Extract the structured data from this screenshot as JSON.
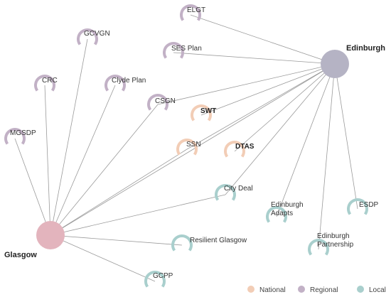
{
  "colors": {
    "national": "#f2cdb6",
    "regional": "#c2b1c6",
    "local": "#a9cfcd",
    "edinburgh_hub": "#b5b3c4",
    "glasgow_hub": "#e3b4bd",
    "edge": "#9a9a9a"
  },
  "hubs": {
    "edinburgh": {
      "label": "Edinburgh"
    },
    "glasgow": {
      "label": "Glasgow"
    }
  },
  "nodes": [
    {
      "id": "elgt",
      "label": "ELGT",
      "category": "regional",
      "bold": false
    },
    {
      "id": "gcvgn",
      "label": "GCVGN",
      "category": "regional",
      "bold": false
    },
    {
      "id": "ses-plan",
      "label": "SES Plan",
      "category": "regional",
      "bold": false
    },
    {
      "id": "crc",
      "label": "CRC",
      "category": "regional",
      "bold": false
    },
    {
      "id": "clyde-plan",
      "label": "Clyde Plan",
      "category": "regional",
      "bold": false
    },
    {
      "id": "csgn",
      "label": "CSGN",
      "category": "regional",
      "bold": false
    },
    {
      "id": "mgsdp",
      "label": "MGSDP",
      "category": "regional",
      "bold": false
    },
    {
      "id": "swt",
      "label": "SWT",
      "category": "national",
      "bold": true
    },
    {
      "id": "ssn",
      "label": "SSN",
      "category": "national",
      "bold": false
    },
    {
      "id": "dtas",
      "label": "DTAS",
      "category": "national",
      "bold": true
    },
    {
      "id": "city-deal",
      "label": "City Deal",
      "category": "local",
      "bold": false
    },
    {
      "id": "edinburgh-adapts",
      "label": "Edinburgh\nAdapts",
      "category": "local",
      "bold": false
    },
    {
      "id": "esdp",
      "label": "ESDP",
      "category": "local",
      "bold": false
    },
    {
      "id": "edinburgh-partnership",
      "label": "Edinburgh\nPartnership",
      "category": "local",
      "bold": false
    },
    {
      "id": "resilient-glasgow",
      "label": "Resilient Glasgow",
      "category": "local",
      "bold": false
    },
    {
      "id": "gcpp",
      "label": "GCPP",
      "category": "local",
      "bold": false
    }
  ],
  "edges": [
    [
      "edinburgh",
      "elgt"
    ],
    [
      "edinburgh",
      "ses-plan"
    ],
    [
      "edinburgh",
      "csgn"
    ],
    [
      "edinburgh",
      "swt"
    ],
    [
      "edinburgh",
      "ssn"
    ],
    [
      "edinburgh",
      "dtas"
    ],
    [
      "edinburgh",
      "city-deal"
    ],
    [
      "edinburgh",
      "edinburgh-adapts"
    ],
    [
      "edinburgh",
      "esdp"
    ],
    [
      "edinburgh",
      "edinburgh-partnership"
    ],
    [
      "edinburgh",
      "glasgow"
    ],
    [
      "glasgow",
      "gcvgn"
    ],
    [
      "glasgow",
      "crc"
    ],
    [
      "glasgow",
      "clyde-plan"
    ],
    [
      "glasgow",
      "csgn"
    ],
    [
      "glasgow",
      "mgsdp"
    ],
    [
      "glasgow",
      "ssn"
    ],
    [
      "glasgow",
      "city-deal"
    ],
    [
      "glasgow",
      "resilient-glasgow"
    ],
    [
      "glasgow",
      "gcpp"
    ]
  ],
  "legend": [
    {
      "label": "National",
      "category": "national"
    },
    {
      "label": "Regional",
      "category": "regional"
    },
    {
      "label": "Local",
      "category": "local"
    }
  ]
}
